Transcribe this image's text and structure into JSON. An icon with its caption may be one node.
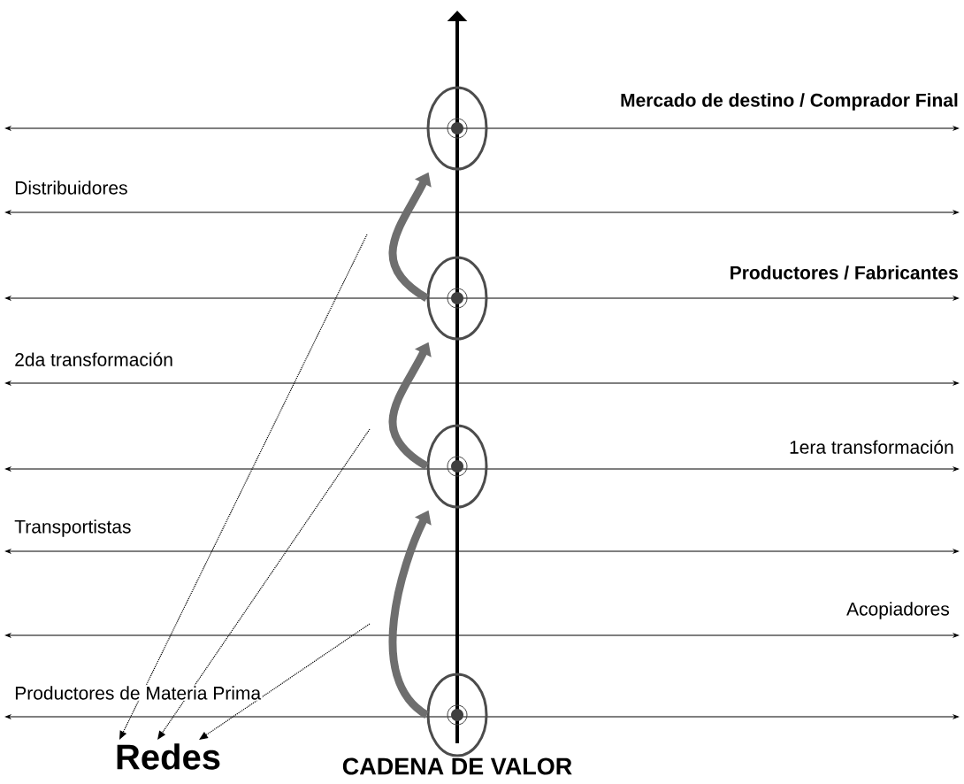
{
  "diagram": {
    "nodes": [
      {
        "text": [],
        "shape": "circle"
      },
      {
        "text": [],
        "shape": "circle"
      },
      {
        "text": [],
        "shape": "circle"
      },
      {
        "text": [],
        "shape": "circle"
      },
      {
        "text": [
          "Redes"
        ]
      }
    ],
    "edges": [
      {
        "from": 3,
        "to": 2,
        "arrow": "to",
        "style": "thick",
        "color": "#6e6e6e"
      },
      {
        "from": 2,
        "to": 1,
        "arrow": "to",
        "style": "thick",
        "color": "#6e6e6e"
      },
      {
        "from": 1,
        "to": 0,
        "arrow": "to",
        "style": "thick",
        "color": "#6e6e6e"
      },
      {
        "from": null,
        "to": 4,
        "arrow": "to",
        "style": "dashed",
        "color": "#000000"
      },
      {
        "from": null,
        "to": 4,
        "arrow": "to",
        "style": "dashed",
        "color": "#000000"
      },
      {
        "from": null,
        "to": 4,
        "arrow": "to",
        "style": "dashed",
        "color": "#000000"
      }
    ],
    "labels": [
      "Mercado de destino / Comprador Final",
      "Distribuidores",
      "Productores / Fabricantes",
      "2da transformación",
      "1era transformación",
      "Transportistas",
      "Acopiadores",
      "Productores de Materia Prima",
      "CADENA DE VALOR"
    ]
  }
}
